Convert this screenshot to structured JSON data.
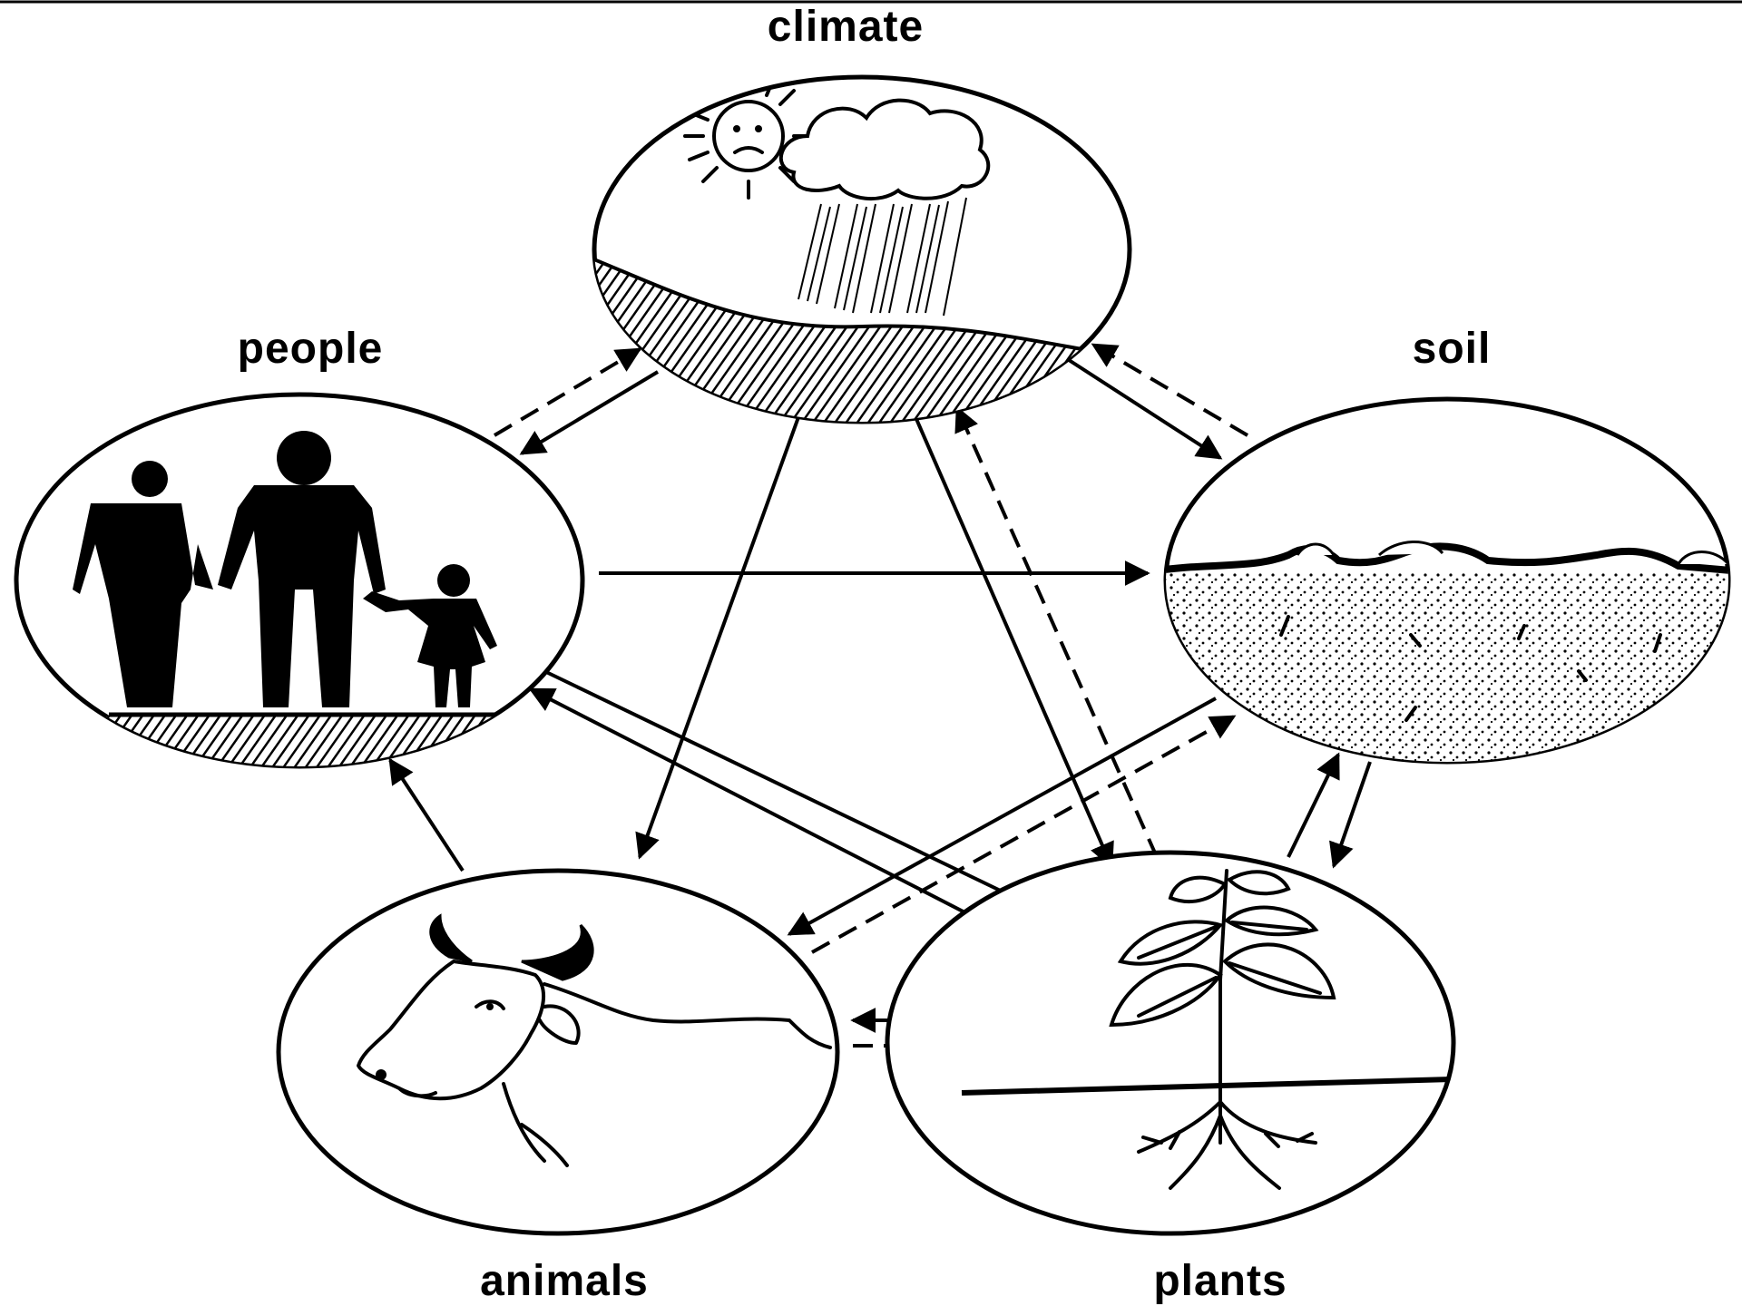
{
  "nodes": {
    "climate": "climate",
    "people": "people",
    "soil": "soil",
    "animals": "animals",
    "plants": "plants"
  },
  "colors": {
    "ink": "#000000",
    "paper": "#ffffff"
  },
  "icons": {
    "climate": "sun-cloud-rain-icon",
    "people": "family-silhouette-icon",
    "soil": "soil-profile-icon",
    "animals": "cow-head-icon",
    "plants": "plant-with-roots-icon"
  }
}
